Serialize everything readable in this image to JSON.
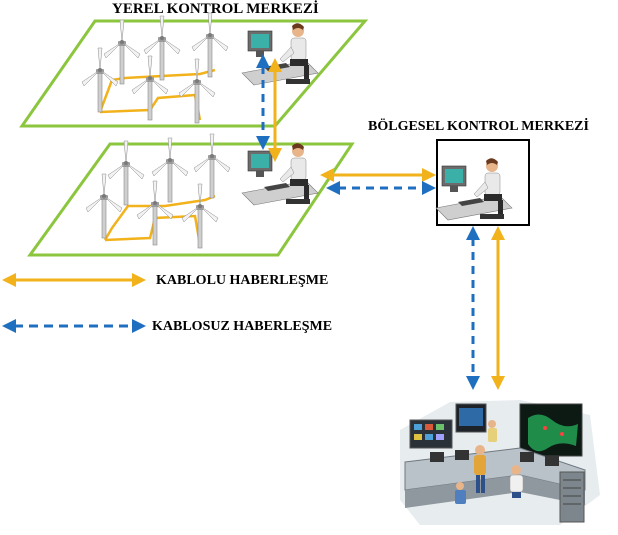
{
  "labels": {
    "local_center": "YEREL KONTROL MERKEZİ",
    "regional_center": "BÖLGESEL KONTROL MERKEZİ",
    "wired_comm": "KABLOLU HABERLEŞME",
    "wireless_comm": "KABLOSUZ HABERLEŞME"
  },
  "colors": {
    "wired": "#f2b21b",
    "wireless": "#1f6fc0",
    "field_border": "#8cc63f",
    "frame": "#000000"
  }
}
